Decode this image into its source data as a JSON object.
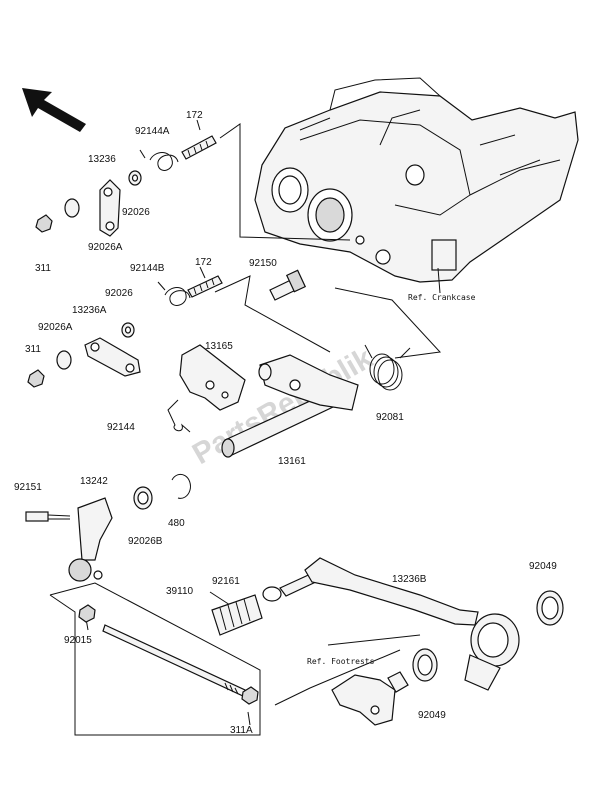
{
  "diagram": {
    "watermark": "PartsRepublik",
    "references": {
      "crankcase": "Ref. Crankcase",
      "footrests": "Ref. Footrests"
    },
    "labels": {
      "l172_top": "172",
      "l92144A": "92144A",
      "l13236": "13236",
      "l92026_top": "92026",
      "l311_top": "311",
      "l92026A_top": "92026A",
      "l92144B": "92144B",
      "l172_mid": "172",
      "l92150": "92150",
      "l92026_mid": "92026",
      "l13236A": "13236A",
      "l92026A_mid": "92026A",
      "l311_mid": "311",
      "l13165": "13165",
      "l92144": "92144",
      "l92081": "92081",
      "l13161": "13161",
      "l92151": "92151",
      "l13242": "13242",
      "l480": "480",
      "l92026B": "92026B",
      "l92049_top": "92049",
      "l13236B": "13236B",
      "l92161": "92161",
      "l39110": "39110",
      "l92015": "92015",
      "l92049_bot": "92049",
      "l311A": "311A"
    }
  }
}
